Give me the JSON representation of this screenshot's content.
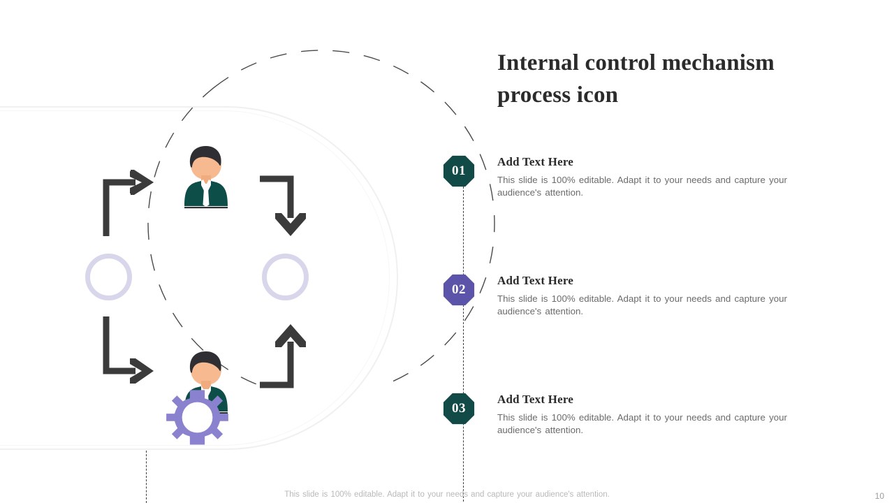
{
  "slide": {
    "title": "Internal control mechanism process icon",
    "page_number": "10",
    "footer_note": "This slide is 100% editable. Adapt it to your needs and capture your audience's attention."
  },
  "colors": {
    "teal": "#114a47",
    "purple": "#5c54a8",
    "gear_purple": "#8b82cf",
    "ring_lavender": "#d8d6ea",
    "arrow_dark": "#3b3b3b",
    "suit_teal": "#0d4f48",
    "skin": "#f7b98f",
    "hair": "#2f2f33",
    "title_text": "#2b2b2b",
    "body_text": "#6b6b6b"
  },
  "items": [
    {
      "number": "01",
      "heading": "Add Text Here",
      "text": "This slide is 100% editable. Adapt it to your needs and capture your audience's attention.",
      "badge_color": "teal"
    },
    {
      "number": "02",
      "heading": "Add Text Here",
      "text": "This slide is 100% editable. Adapt it to your needs and capture your audience's attention.",
      "badge_color": "purple"
    },
    {
      "number": "03",
      "heading": "Add Text Here",
      "text": "This slide is 100% editable. Adapt it to your needs and capture your audience's attention.",
      "badge_color": "teal"
    }
  ],
  "diagram": {
    "center_icon": "gear-icon",
    "person_top": "person-avatar-icon",
    "person_bottom": "person-avatar-icon",
    "ring_left": "circle-outline-icon",
    "ring_right": "circle-outline-icon",
    "arrows": [
      "arrow-up-right-icon",
      "arrow-right-down-icon",
      "arrow-down-right-icon",
      "arrow-right-up-icon"
    ]
  }
}
